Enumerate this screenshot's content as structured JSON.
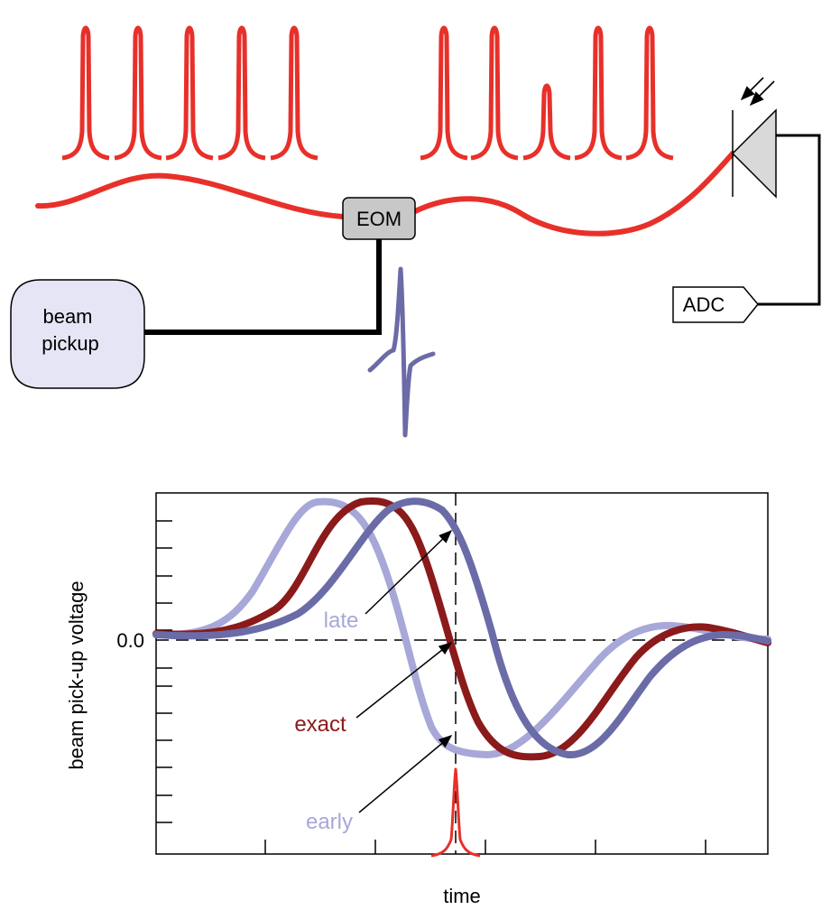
{
  "blocks": {
    "eom": "EOM",
    "adc": "ADC",
    "beam_pickup": [
      "beam",
      "pickup"
    ]
  },
  "plot": {
    "ylabel": "beam pick-up voltage",
    "xlabel": "time",
    "zero_tick": "0.0",
    "curves": [
      {
        "label": "late",
        "color": "#a7a8d8"
      },
      {
        "label": "exact",
        "color": "#8b1a1a"
      },
      {
        "label": "early",
        "color": "#a7a8d8"
      }
    ],
    "colors": {
      "pulse": "#e8302a",
      "late_curve": "#a7a8d8",
      "exact_curve": "#8b1a1a",
      "early_curve": "#6b6ba8",
      "pickup_box": "#e5e5f5"
    }
  }
}
